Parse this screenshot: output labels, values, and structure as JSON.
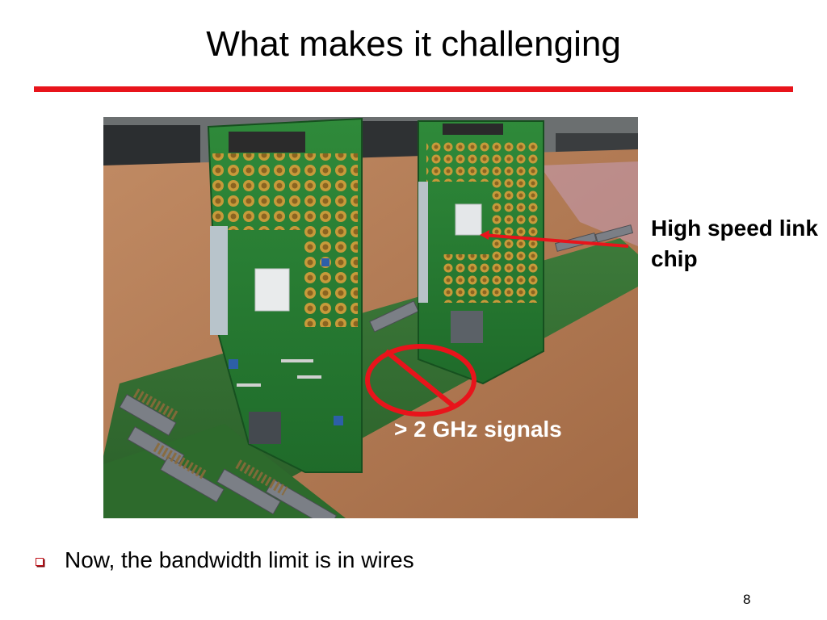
{
  "slide": {
    "title": "What makes it challenging",
    "page_number": "8"
  },
  "annotations": {
    "chip_label": "High speed link chip",
    "signals_label": "> 2 GHz signals"
  },
  "bullets": [
    {
      "text": "Now, the bandwidth limit is in wires"
    }
  ],
  "colors": {
    "accent_rule": "#e8141b",
    "annotation_red": "#e8141b"
  }
}
